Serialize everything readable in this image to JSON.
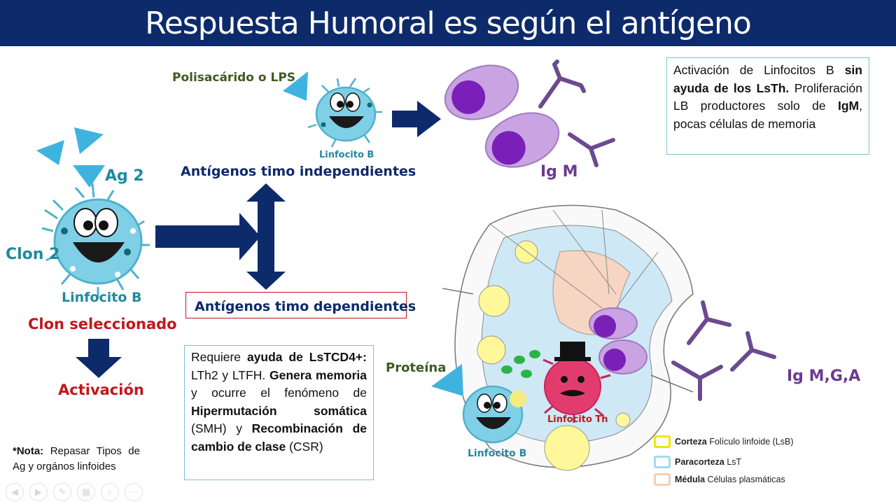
{
  "title": "Respuesta Humoral es según el antígeno",
  "labels": {
    "polisacarido": "Polisacárido o LPS",
    "linfocito_b_top": "Linfocito B",
    "timo_independientes": "Antígenos timo independientes",
    "igm": "Ig M",
    "ag2": "Ag 2",
    "clon2": "Clon 2",
    "linfocito_b_left": "Linfocito B",
    "clon_seleccionado": "Clon seleccionado",
    "activacion": "Activación",
    "timo_dependientes": "Antígenos timo dependientes",
    "proteina": "Proteína",
    "linfocito_b_bottom": "Linfocito B",
    "linfocito_th": "Linfocito Th",
    "igmga": "Ig M,G,A"
  },
  "info_top": {
    "t1": "Activación de Linfocitos B ",
    "b1": "sin ayuda de los LsTh.",
    "t2": " Proliferación LB productores solo de ",
    "b2": "IgM",
    "t3": ", pocas células de memoria"
  },
  "info_bottom": {
    "t1": "Requiere ",
    "b1": "ayuda de LsTCD4+:",
    "t2": " LTh2 y LTFH. ",
    "b2": "Genera memoria",
    "t3": " y ocurre el fenómeno de ",
    "b3": "Hipermutación somática",
    "t4": " (SMH) y ",
    "b4": "Recombinación de cambio de clase",
    "t5": " (CSR)"
  },
  "note": {
    "bold": "*Nota:",
    "text": " Repasar Tipos de Ag y orgános linfoides"
  },
  "legend": [
    {
      "bold": "Corteza",
      "text": " Folículo linfoide (LsB)",
      "color": "#f2e600"
    },
    {
      "bold": "Paracorteza",
      "text": " LsT",
      "color": "#a9d8ef"
    },
    {
      "bold": "Médula",
      "text": " Células plasmáticas",
      "color": "#f6cdb5"
    }
  ],
  "colors": {
    "title_bg": "#0d2a6b",
    "arrow": "#0d2a6b",
    "cell_body": "#7fd0e6",
    "plasma": "#c9a3e2",
    "nucleus": "#7a1fb8",
    "antibody": "#6b4a8f",
    "antigen": "#3fb3e0",
    "th_cell": "#e23c6e"
  },
  "controls": [
    "prev-icon",
    "play-icon",
    "pen-icon",
    "slides-icon",
    "zoom-icon",
    "more-icon"
  ]
}
